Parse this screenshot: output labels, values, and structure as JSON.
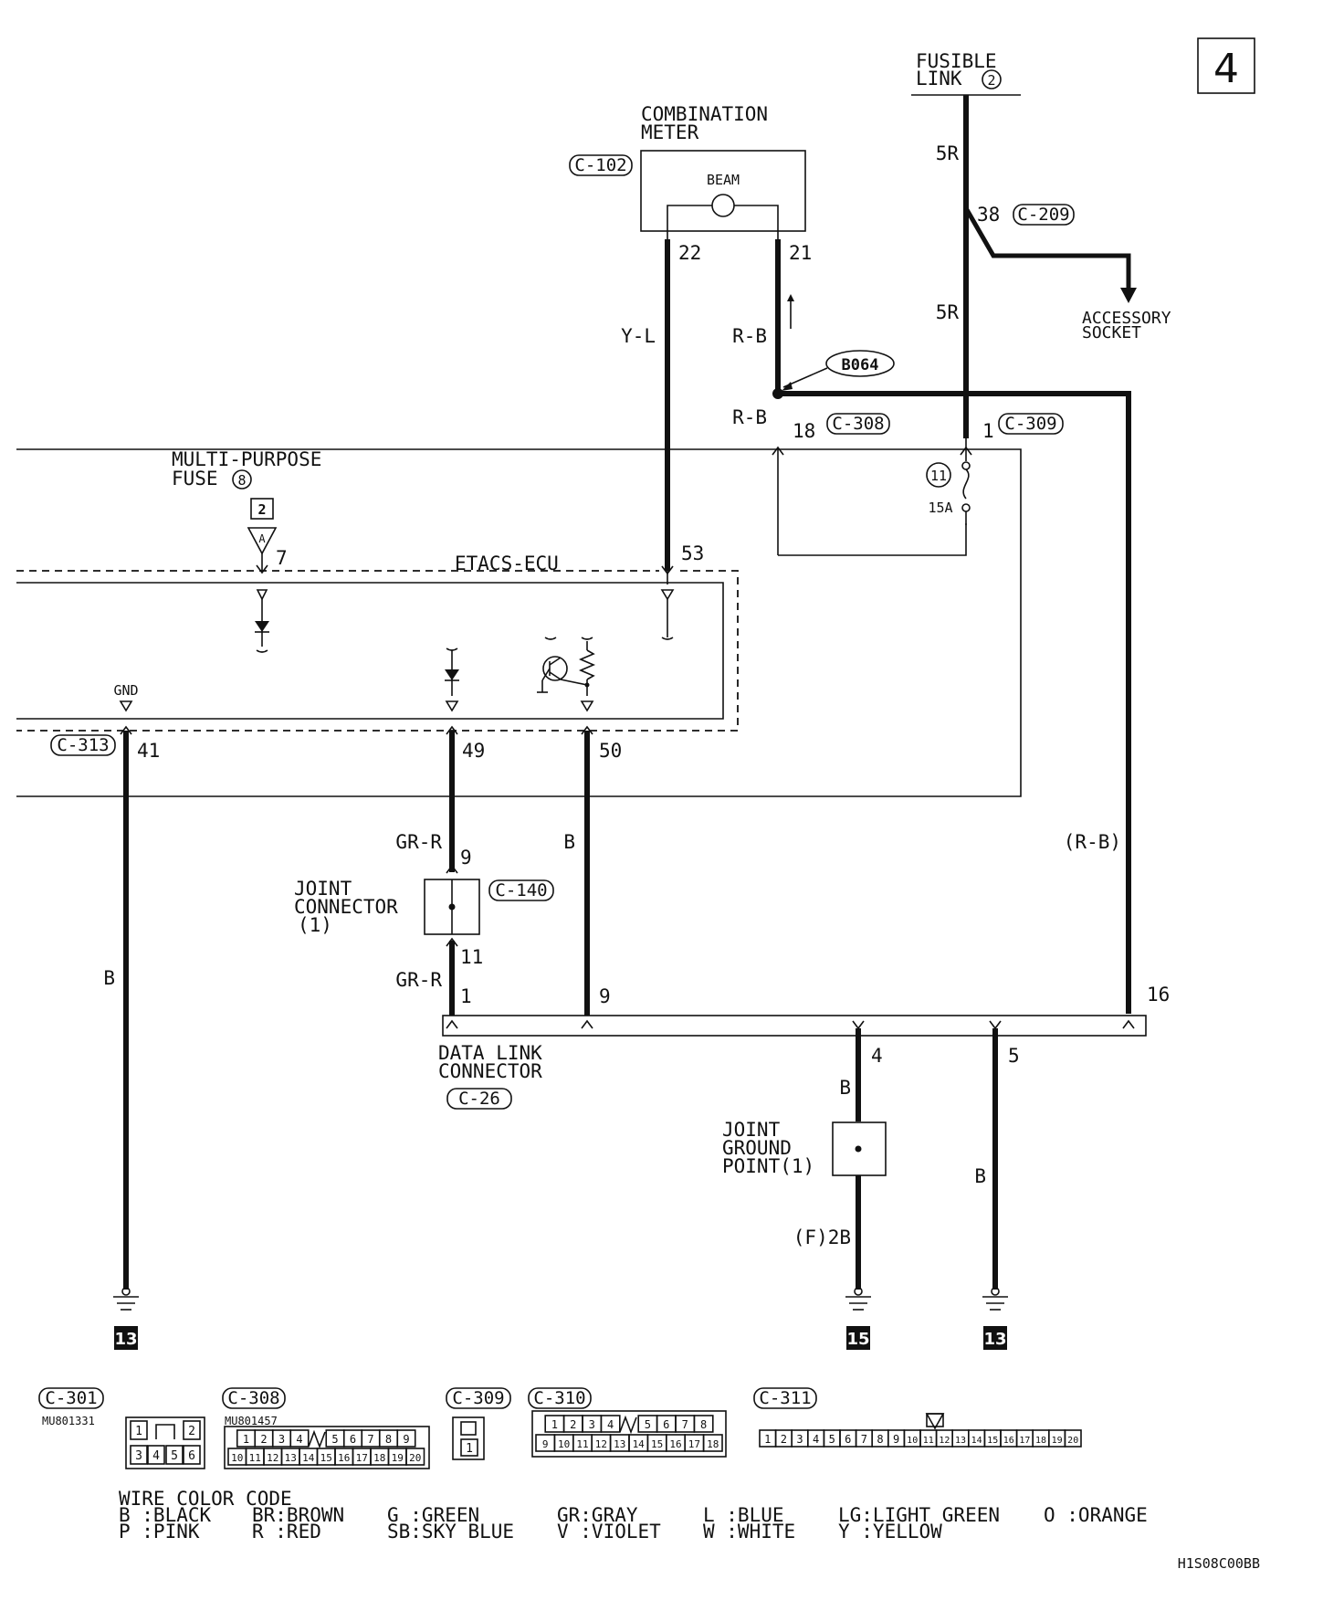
{
  "page_badge": "4",
  "fusible_link": {
    "line1": "FUSIBLE",
    "line2": "LINK",
    "num": "2"
  },
  "combination_meter": {
    "line1": "COMBINATION",
    "line2": "METER",
    "connector": "C-102",
    "lamp": "BEAM"
  },
  "accessory_socket": {
    "line1": "ACCESSORY",
    "line2": "SOCKET"
  },
  "multi_purpose_fuse": {
    "line1": "MULTI-PURPOSE",
    "line2": "FUSE",
    "num": "8",
    "box": "2",
    "tri": "A",
    "pin": "7"
  },
  "etacs_ecu": {
    "label": "ETACS-ECU",
    "gnd": "GND"
  },
  "splice": "B064",
  "fuse": {
    "num": "11",
    "rating": "15A"
  },
  "joint_connector": {
    "line1": "JOINT",
    "line2": "CONNECTOR",
    "line3": "(1)",
    "connector": "C-140"
  },
  "data_link_connector": {
    "line1": "DATA LINK",
    "line2": "CONNECTOR",
    "connector": "C-26"
  },
  "joint_ground": {
    "line1": "JOINT",
    "line2": "GROUND",
    "line3": "POINT(1)"
  },
  "connectors": {
    "c209": "C-209",
    "c308": "C-308",
    "c309": "C-309",
    "c313": "C-313"
  },
  "pins": {
    "p22": "22",
    "p21": "21",
    "p38": "38",
    "p18": "18",
    "p1": "1",
    "p53": "53",
    "p41": "41",
    "p49": "49",
    "p50": "50",
    "p9a": "9",
    "p11": "11",
    "p1b": "1",
    "p9b": "9",
    "p16": "16",
    "p4": "4",
    "p5": "5"
  },
  "wires": {
    "w5r_top": "5R",
    "w5r_mid": "5R",
    "yl": "Y-L",
    "rb_top": "R-B",
    "rb_mid": "R-B",
    "rb_paren": "(R-B)",
    "b_left": "B",
    "b_mid": "B",
    "grr_top": "GR-R",
    "grr_bot": "GR-R",
    "b_dlc4": "B",
    "b_dlc5": "B",
    "f2b": "(F)2B"
  },
  "grounds": {
    "g1": "13",
    "g2": "15",
    "g3": "13"
  },
  "connector_views": [
    {
      "id": "C-301",
      "part": "MU801331"
    },
    {
      "id": "C-308",
      "part": "MU801457"
    },
    {
      "id": "C-309",
      "part": ""
    },
    {
      "id": "C-310",
      "part": ""
    },
    {
      "id": "C-311",
      "part": ""
    }
  ],
  "wire_color_code": {
    "title": "WIRE COLOR CODE",
    "row1": [
      "B :BLACK",
      "BR:BROWN",
      "G :GREEN",
      "GR:GRAY",
      "L :BLUE",
      "LG:LIGHT GREEN",
      "O :ORANGE"
    ],
    "row2": [
      "P :PINK",
      "R :RED",
      "SB:SKY BLUE",
      "V :VIOLET",
      "W :WHITE",
      "Y :YELLOW"
    ]
  },
  "figure_code": "H1S08C00BB"
}
